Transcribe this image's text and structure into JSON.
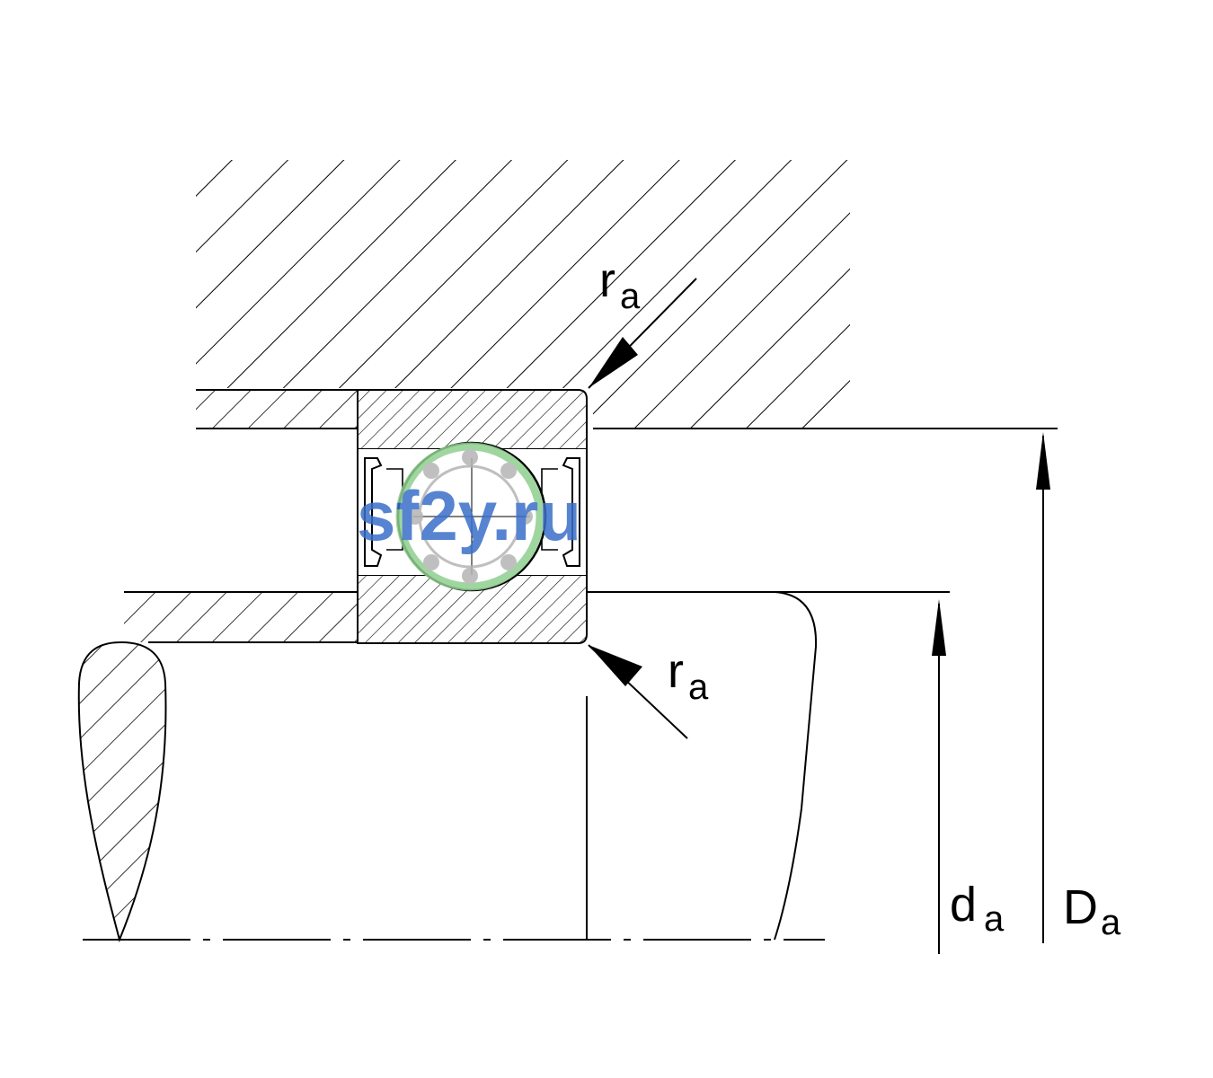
{
  "labels": {
    "ra_top": {
      "main": "r",
      "sub": "a"
    },
    "ra_bottom": {
      "main": "r",
      "sub": "a"
    },
    "da": {
      "main": "d",
      "sub": "a"
    },
    "Da": {
      "main": "D",
      "sub": "a"
    }
  },
  "watermark": {
    "text": "sf2y.ru"
  },
  "colors": {
    "line": "#000000",
    "background": "#ffffff",
    "watermark_text": "#3a6fc8",
    "watermark_ring": "#8fcf8f",
    "watermark_ball": "#b5b5b5"
  }
}
